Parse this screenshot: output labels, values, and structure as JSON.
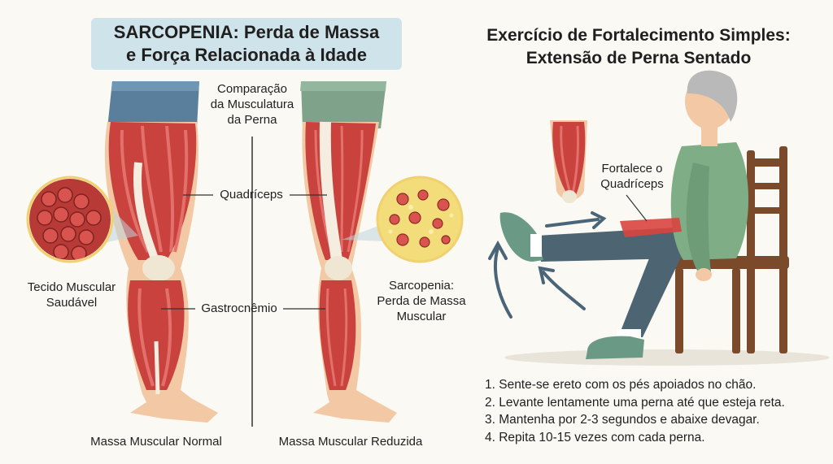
{
  "left_panel": {
    "title_line1": "SARCOPENIA: Perda de Massa",
    "title_line2": "e Força Relacionada à Idade",
    "comparison_label": [
      "Comparação",
      "da Musculatura",
      "da Perna"
    ],
    "quadriceps_label": "Quadríceps",
    "gastrocnemius_label": "Gastrocnêmio",
    "healthy_tissue_label": [
      "Tecido Muscular",
      "Saudável"
    ],
    "sarcopenia_label": [
      "Sarcopenia:",
      "Perda de Massa",
      "Muscular"
    ],
    "normal_caption": "Massa Muscular Normal",
    "reduced_caption": "Massa Muscular Reduzida"
  },
  "right_panel": {
    "title_line1": "Exercício de Fortalecimento Simples:",
    "title_line2": "Extensão de Perna Sentado",
    "strengthen_label": [
      "Fortalece o",
      "Quadríceps"
    ],
    "steps": [
      "1. Sente-se ereto com os pés apoiados no chão.",
      "2. Levante lentamente uma perna até que esteja reta.",
      "3. Mantenha por 2-3 segundos e abaixe devagar.",
      "4. Repita 10-15 vezes com cada perna."
    ]
  },
  "colors": {
    "title_box": "#cfe3ea",
    "muscle": "#c9423e",
    "muscle_light": "#e3706a",
    "skin": "#f2c9a4",
    "shorts_blue": "#5a7f9c",
    "shorts_green": "#7fa38a",
    "fat": "#f3dd7a",
    "shirt": "#7fae86",
    "pants": "#4d6472",
    "chair": "#7a4a2a"
  }
}
